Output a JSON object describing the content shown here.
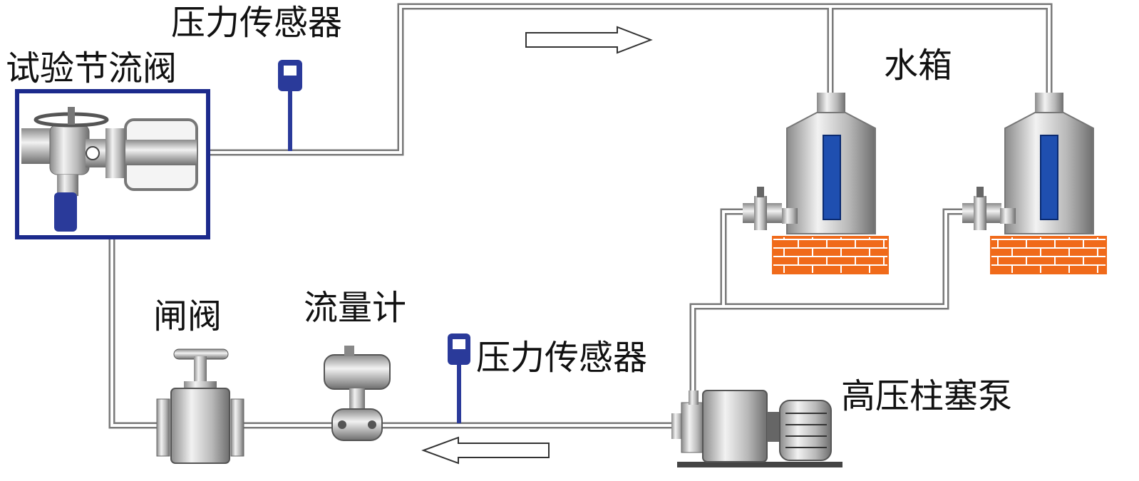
{
  "labels": {
    "throttle_valve": "试验节流阀",
    "pressure_sensor_top": "压力传感器",
    "water_tank": "水箱",
    "gate_valve": "闸阀",
    "flow_meter": "流量计",
    "pressure_sensor_bottom": "压力传感器",
    "plunger_pump": "高压柱塞泵"
  },
  "flow_direction": {
    "top_pipe": "right",
    "bottom_pipe": "left"
  },
  "colors": {
    "pipe": "#8a8a8a",
    "tank_body": "#c8c8c8",
    "tank_gauge": "#1f4fb0",
    "brick": "#f06a1a",
    "mortar": "#ffffff",
    "sensor": "#2a3a9a",
    "valve_frame": "#1c2a8c"
  }
}
